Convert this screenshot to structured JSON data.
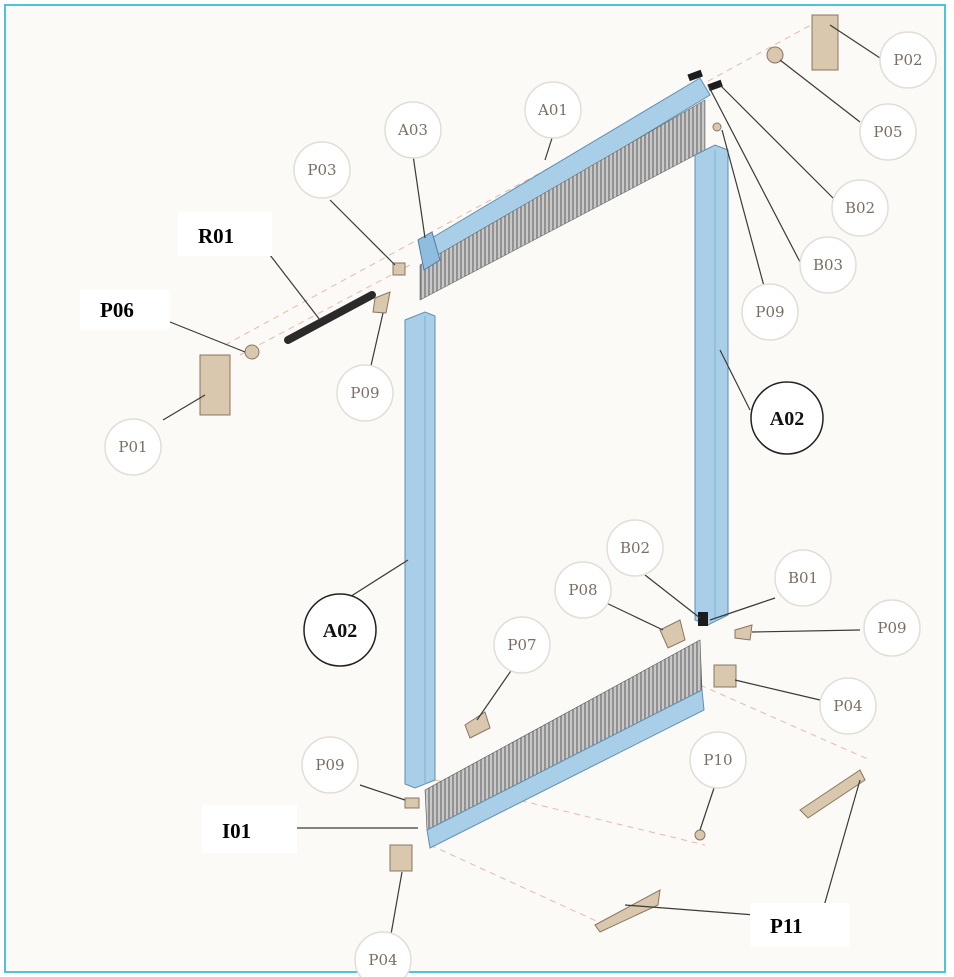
{
  "labels": {
    "p02": "P02",
    "p05": "P05",
    "a01": "A01",
    "b02_top": "B02",
    "a03": "A03",
    "p03": "P03",
    "b03": "B03",
    "p09_right_top": "P09",
    "p09_left_top": "P09",
    "p01": "P01",
    "a02_right": "A02",
    "a02_left": "A02",
    "b02_bottom": "B02",
    "p08": "P08",
    "b01": "B01",
    "p09_right_bottom": "P09",
    "p07": "P07",
    "p04_right": "P04",
    "p09_left_bottom": "P09",
    "p10": "P10",
    "p04_bottom": "P04",
    "r01": "R01",
    "p06": "P06",
    "i01": "I01",
    "p11": "P11"
  },
  "colors": {
    "frame_border": "#4fc3d9",
    "profile_blue": "#a9cfe8",
    "profile_blue_dark": "#7fb2d6",
    "brush_gray": "#8b8b8b",
    "part_beige": "#d9c7ae",
    "callout_circle": "#e7e2dc"
  }
}
